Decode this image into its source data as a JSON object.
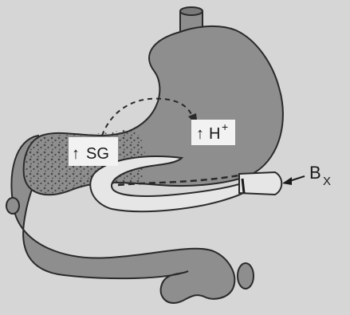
{
  "labels": {
    "acid": {
      "arrow": "↑",
      "text": "H",
      "sup": "+"
    },
    "gastrin": {
      "arrow": "↑",
      "text": "SG"
    },
    "biopsy": {
      "text": "B",
      "sub": "X"
    }
  },
  "colors": {
    "background": "#d6d6d6",
    "organ_fill": "#8e8e8e",
    "outline": "#2a2a2a",
    "label_box": "#f2f2f2",
    "stipple": "#3a3a3a"
  }
}
